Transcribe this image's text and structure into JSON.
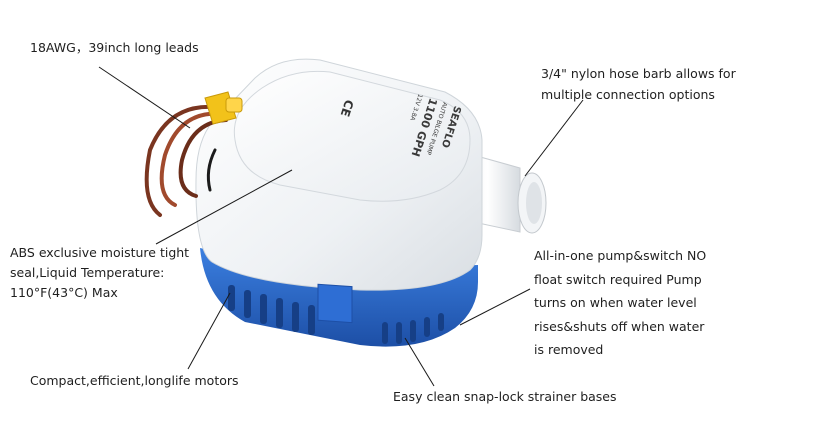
{
  "callouts": {
    "leads": "18AWG，39inch long leads",
    "hose_barb": "3/4\" nylon hose barb allows for\nmultiple connection options",
    "abs_seal": "ABS exclusive moisture tight\nseal,Liquid Temperature:\n110°F(43°C)  Max",
    "switch": "All-in-one pump&switch NO\nfloat switch required Pump\nturns on when water level\nrises&shuts off when water\nis removed",
    "motor": "Compact,efficient,longlife motors",
    "strainer": "Easy clean snap-lock strainer bases"
  },
  "product_label": {
    "brand": "SEAFLO",
    "line1": "AUTO BILGE PUMP",
    "line2": "1100 GPH",
    "line3": "12V 3.8A",
    "ce_mark": "CE"
  },
  "colors": {
    "body_white": "#f4f6f8",
    "base_blue": "#2f6fd0",
    "lead_brown": "#8a3b22",
    "connector_yellow": "#f2c21a"
  }
}
